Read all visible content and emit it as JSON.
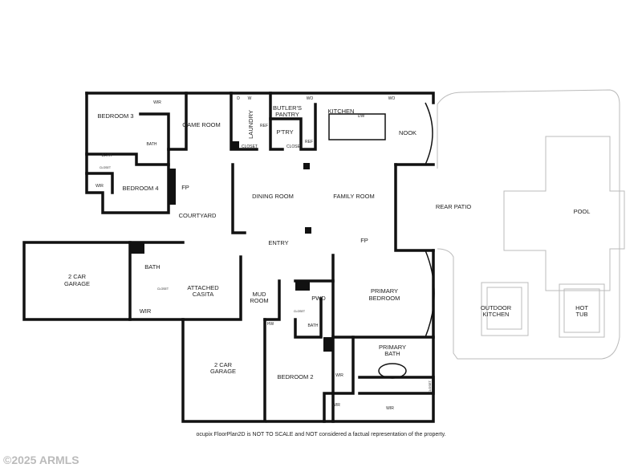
{
  "rooms": {
    "bedroom3": "BEDROOM 3",
    "bath_b3": "BATH",
    "wir_b3": "WIR",
    "game_room": "GAME ROOM",
    "d": "D",
    "w": "W",
    "wo1": "WO",
    "wo2": "WO",
    "laundry": "LAUNDRY",
    "butlers_pantry_1": "BUTLER'S",
    "butlers_pantry_2": "PANTRY",
    "ref1": "REF",
    "ptry": "P'TRY",
    "closet1": "CLOSET",
    "closet2": "CLOSET",
    "ref2": "REF",
    "kitchen": "KITCHEN",
    "dw": "DW",
    "nook": "NOOK",
    "bath_b4": "BATH",
    "closet_b4": "CLOSET",
    "wir_b4": "WIR",
    "bedroom4": "BEDROOM 4",
    "fp1": "FP",
    "courtyard": "COURTYARD",
    "dining_room": "DINING ROOM",
    "family_room": "FAMILY ROOM",
    "rear_patio": "REAR PATIO",
    "pool": "POOL",
    "entry": "ENTRY",
    "fp2": "FP",
    "garage1_1": "2 CAR",
    "garage1_2": "GARAGE",
    "bath_casita": "BATH",
    "closet_casita": "CLOSET",
    "wir_casita": "WIR",
    "casita_1": "ATTACHED",
    "casita_2": "CASITA",
    "mud_1": "MUD",
    "mud_2": "ROOM",
    "pwd": "PWD",
    "closet_pwd": "CLOSET",
    "hw": "HW",
    "bath_b2": "BATH",
    "primary_bed_1": "PRIMARY",
    "primary_bed_2": "BEDROOM",
    "outdoor_kitchen_1": "OUTDOOR",
    "outdoor_kitchen_2": "KITCHEN",
    "hot_tub_1": "HOT",
    "hot_tub_2": "TUB",
    "garage2_1": "2 CAR",
    "garage2_2": "GARAGE",
    "bedroom2": "BEDROOM 2",
    "wir_b2": "WIR",
    "primary_bath_1": "PRIMARY",
    "primary_bath_2": "BATH",
    "closet_pb": "CLOSET",
    "wir_small": "WIR",
    "wir_primary": "WIR"
  },
  "footer": "ocupix FloorPlan2D is NOT TO SCALE and NOT considered a factual representation of the property.",
  "watermark": "©2025 ARMLS"
}
